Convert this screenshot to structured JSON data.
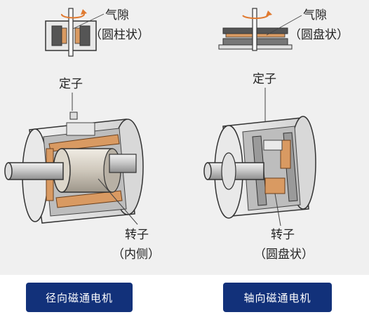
{
  "radial": {
    "gap_label_1": "气隙",
    "gap_label_2": "（圆柱状）",
    "stator_label": "定子",
    "rotor_label_1": "转子",
    "rotor_label_2": "（内侧）",
    "button_label": "径向磁通电机"
  },
  "axial": {
    "gap_label_1": "气隙",
    "gap_label_2": "（圆盘状）",
    "stator_label": "定子",
    "rotor_label_1": "转子",
    "rotor_label_2": "（圆盘状）",
    "button_label": "轴向磁通电机"
  },
  "colors": {
    "background": "#f0f0f0",
    "button": "#12317a",
    "copper": "#d99a62",
    "housing": "#e6e6e6",
    "outline": "#333333"
  }
}
